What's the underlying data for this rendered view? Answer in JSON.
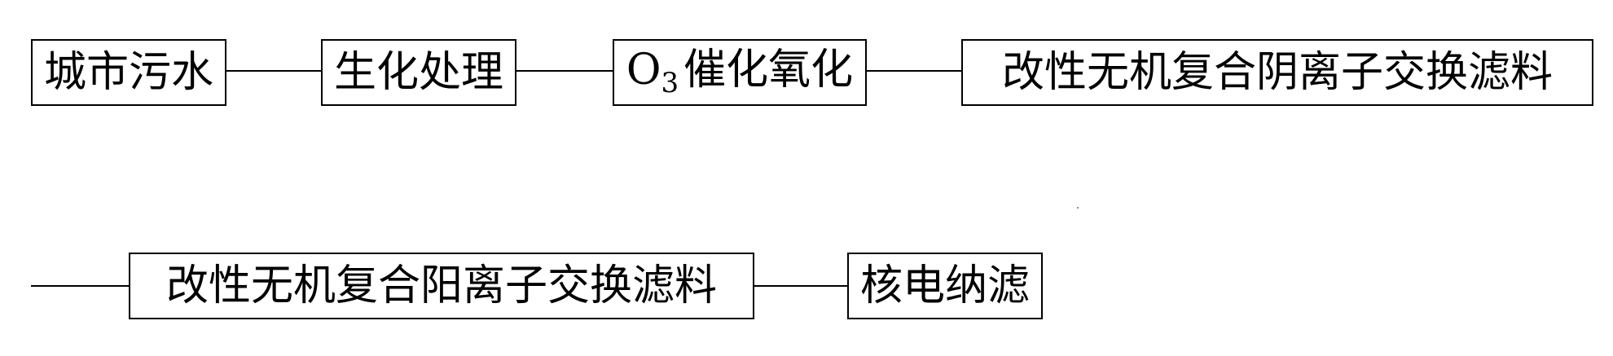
{
  "diagram": {
    "row1": {
      "step1": "城市污水",
      "step2": "生化处理",
      "step3_prefix": "O",
      "step3_sub": "3",
      "step3_suffix": "催化氧化",
      "step4": "改性无机复合阴离子交换滤料"
    },
    "row2": {
      "step5": "改性无机复合阳离子交换滤料",
      "step6": "核电纳滤"
    }
  }
}
